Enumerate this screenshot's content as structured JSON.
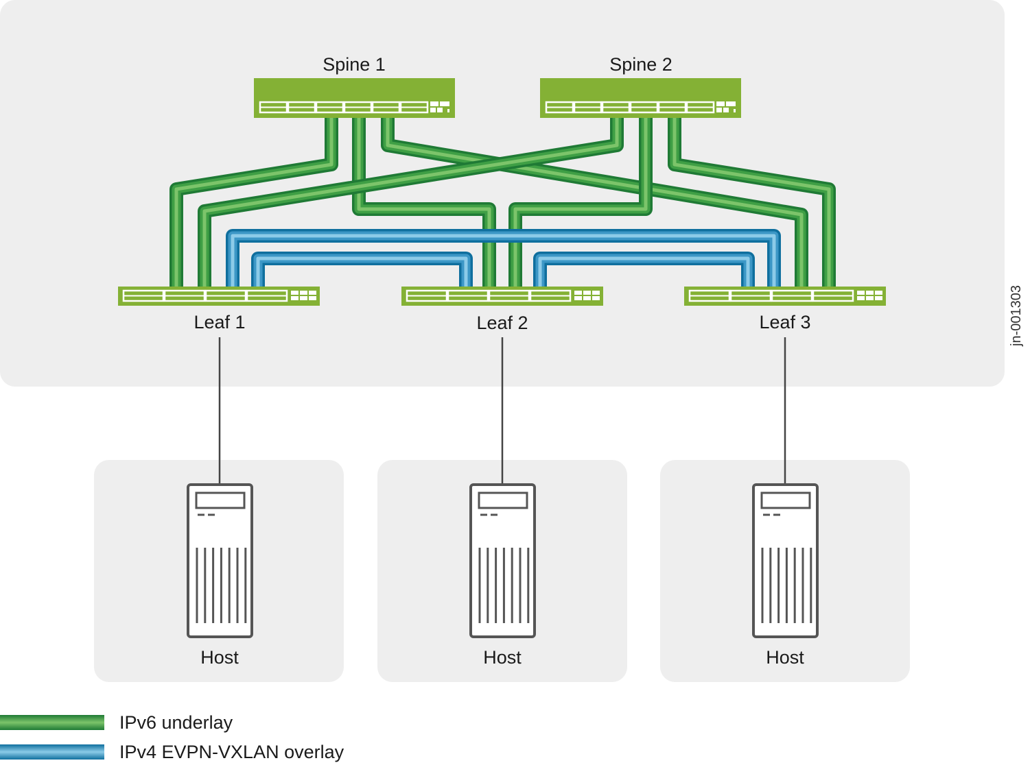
{
  "figure_id": "jn-001303",
  "colors": {
    "switch_body": "#84b135",
    "switch_ports": "#ffffff",
    "underlay": "#3d9b3d",
    "overlay": "#2d88b8",
    "panel": "#eeeeee",
    "host_stroke": "#555555"
  },
  "spines": [
    {
      "name": "Spine 1",
      "icon": "switch-icon"
    },
    {
      "name": "Spine 2",
      "icon": "switch-icon"
    }
  ],
  "leaves": [
    {
      "name": "Leaf 1",
      "icon": "switch-icon"
    },
    {
      "name": "Leaf 2",
      "icon": "switch-icon"
    },
    {
      "name": "Leaf 3",
      "icon": "switch-icon"
    }
  ],
  "hosts": [
    {
      "name": "Host",
      "icon": "server-icon",
      "connected_to": "Leaf 1"
    },
    {
      "name": "Host",
      "icon": "server-icon",
      "connected_to": "Leaf 2"
    },
    {
      "name": "Host",
      "icon": "server-icon",
      "connected_to": "Leaf 3"
    }
  ],
  "links": {
    "underlay": [
      {
        "from": "Spine 1",
        "to": "Leaf 1"
      },
      {
        "from": "Spine 1",
        "to": "Leaf 2"
      },
      {
        "from": "Spine 1",
        "to": "Leaf 3"
      },
      {
        "from": "Spine 2",
        "to": "Leaf 1"
      },
      {
        "from": "Spine 2",
        "to": "Leaf 2"
      },
      {
        "from": "Spine 2",
        "to": "Leaf 3"
      }
    ],
    "overlay": [
      {
        "from": "Leaf 1",
        "to": "Leaf 2"
      },
      {
        "from": "Leaf 1",
        "to": "Leaf 3"
      },
      {
        "from": "Leaf 2",
        "to": "Leaf 3"
      }
    ]
  },
  "legend": [
    {
      "label": "IPv6 underlay",
      "type": "underlay"
    },
    {
      "label": "IPv4 EVPN-VXLAN overlay",
      "type": "overlay"
    }
  ]
}
